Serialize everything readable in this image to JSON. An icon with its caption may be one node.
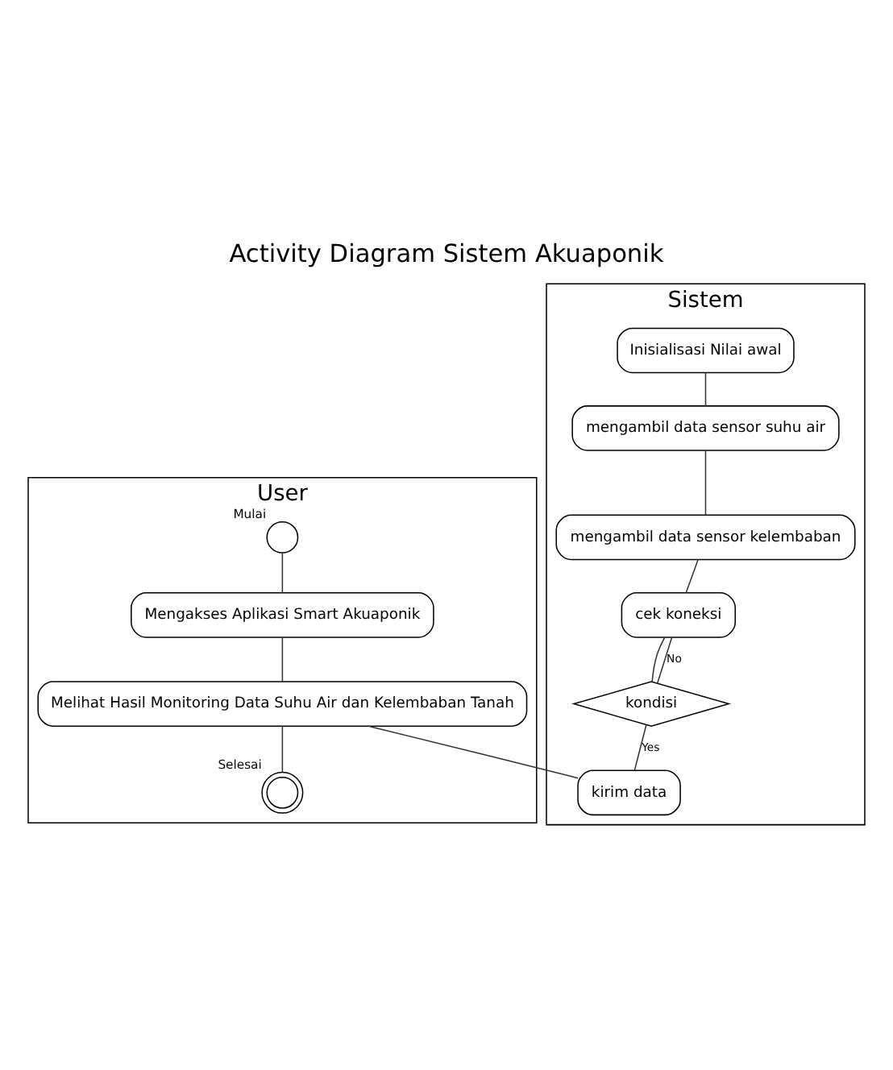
{
  "diagram": {
    "title": "Activity Diagram Sistem Akuaponik",
    "nodes": [
      {
        "text": [
          "User"
        ]
      },
      {
        "text": [
          "Sistem"
        ]
      },
      {
        "text": [
          "Mulai"
        ],
        "in": 0
      },
      {
        "text": [
          "Mengakses Aplikasi Smart Akuaponik"
        ],
        "in": 0
      },
      {
        "text": [
          "Melihat Hasil Monitoring Data Suhu Air dan Kelembaban Tanah"
        ],
        "in": 0
      },
      {
        "text": [
          "Selesai"
        ],
        "in": 0
      },
      {
        "text": [
          "Inisialisasi Nilai awal"
        ],
        "in": 1
      },
      {
        "text": [
          "mengambil data sensor suhu air"
        ],
        "in": 1
      },
      {
        "text": [
          "mengambil data sensor kelembaban"
        ],
        "in": 1
      },
      {
        "text": [
          "cek koneksi"
        ],
        "in": 1
      },
      {
        "text": [
          "kondisi"
        ],
        "in": 1
      },
      {
        "text": [
          "kirim data"
        ],
        "in": 1
      }
    ],
    "edges": [
      {
        "from": 2,
        "to": 3,
        "arrow": "none"
      },
      {
        "from": 3,
        "to": 4,
        "arrow": "none"
      },
      {
        "from": 4,
        "to": 5,
        "arrow": "none"
      },
      {
        "from": 4,
        "to": 11,
        "arrow": "none"
      },
      {
        "from": 6,
        "to": 7,
        "arrow": "none"
      },
      {
        "from": 7,
        "to": 8,
        "arrow": "none"
      },
      {
        "from": 8,
        "to": 9,
        "arrow": "none"
      },
      {
        "from": 9,
        "to": 10,
        "arrow": "none"
      },
      {
        "from": 10,
        "to": 9,
        "label": "No",
        "arrow": "none"
      },
      {
        "from": 10,
        "to": 11,
        "label": "Yes",
        "arrow": "none"
      }
    ]
  }
}
